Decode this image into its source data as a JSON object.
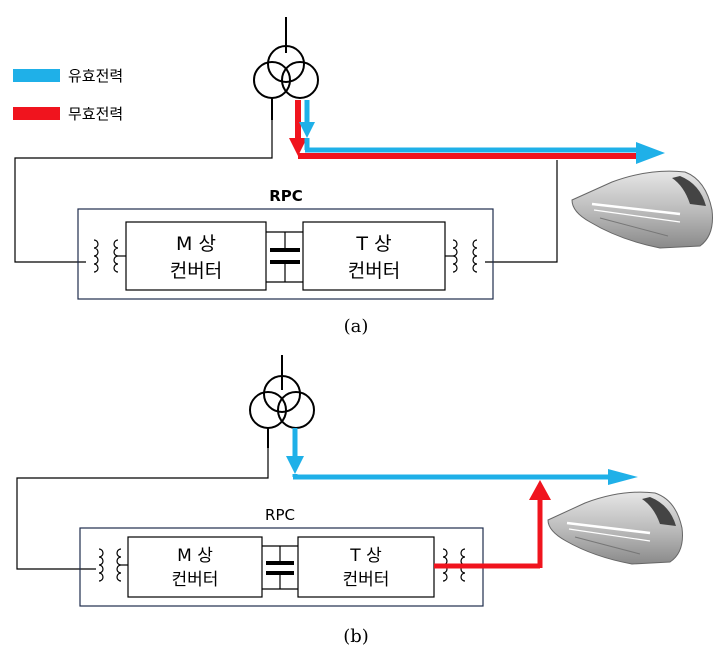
{
  "legend": {
    "active_power": {
      "label": "유효전력",
      "color": "#1fb0e8"
    },
    "reactive_power": {
      "label": "무효전력",
      "color": "#f0141e"
    }
  },
  "panel_a": {
    "caption": "(a)",
    "box_title": "RPC",
    "m_converter": {
      "line1": "M 상",
      "line2": "컨버터"
    },
    "t_converter": {
      "line1": "T 상",
      "line2": "컨버터"
    }
  },
  "panel_b": {
    "caption": "(b)",
    "box_title": "RPC",
    "m_converter": {
      "line1": "M 상",
      "line2": "컨버터"
    },
    "t_converter": {
      "line1": "T 상",
      "line2": "컨버터"
    }
  },
  "icons": {
    "train": "high-speed-train-icon",
    "transformer": "scott-transformer-icon",
    "capacitor": "dc-link-capacitor-icon"
  }
}
